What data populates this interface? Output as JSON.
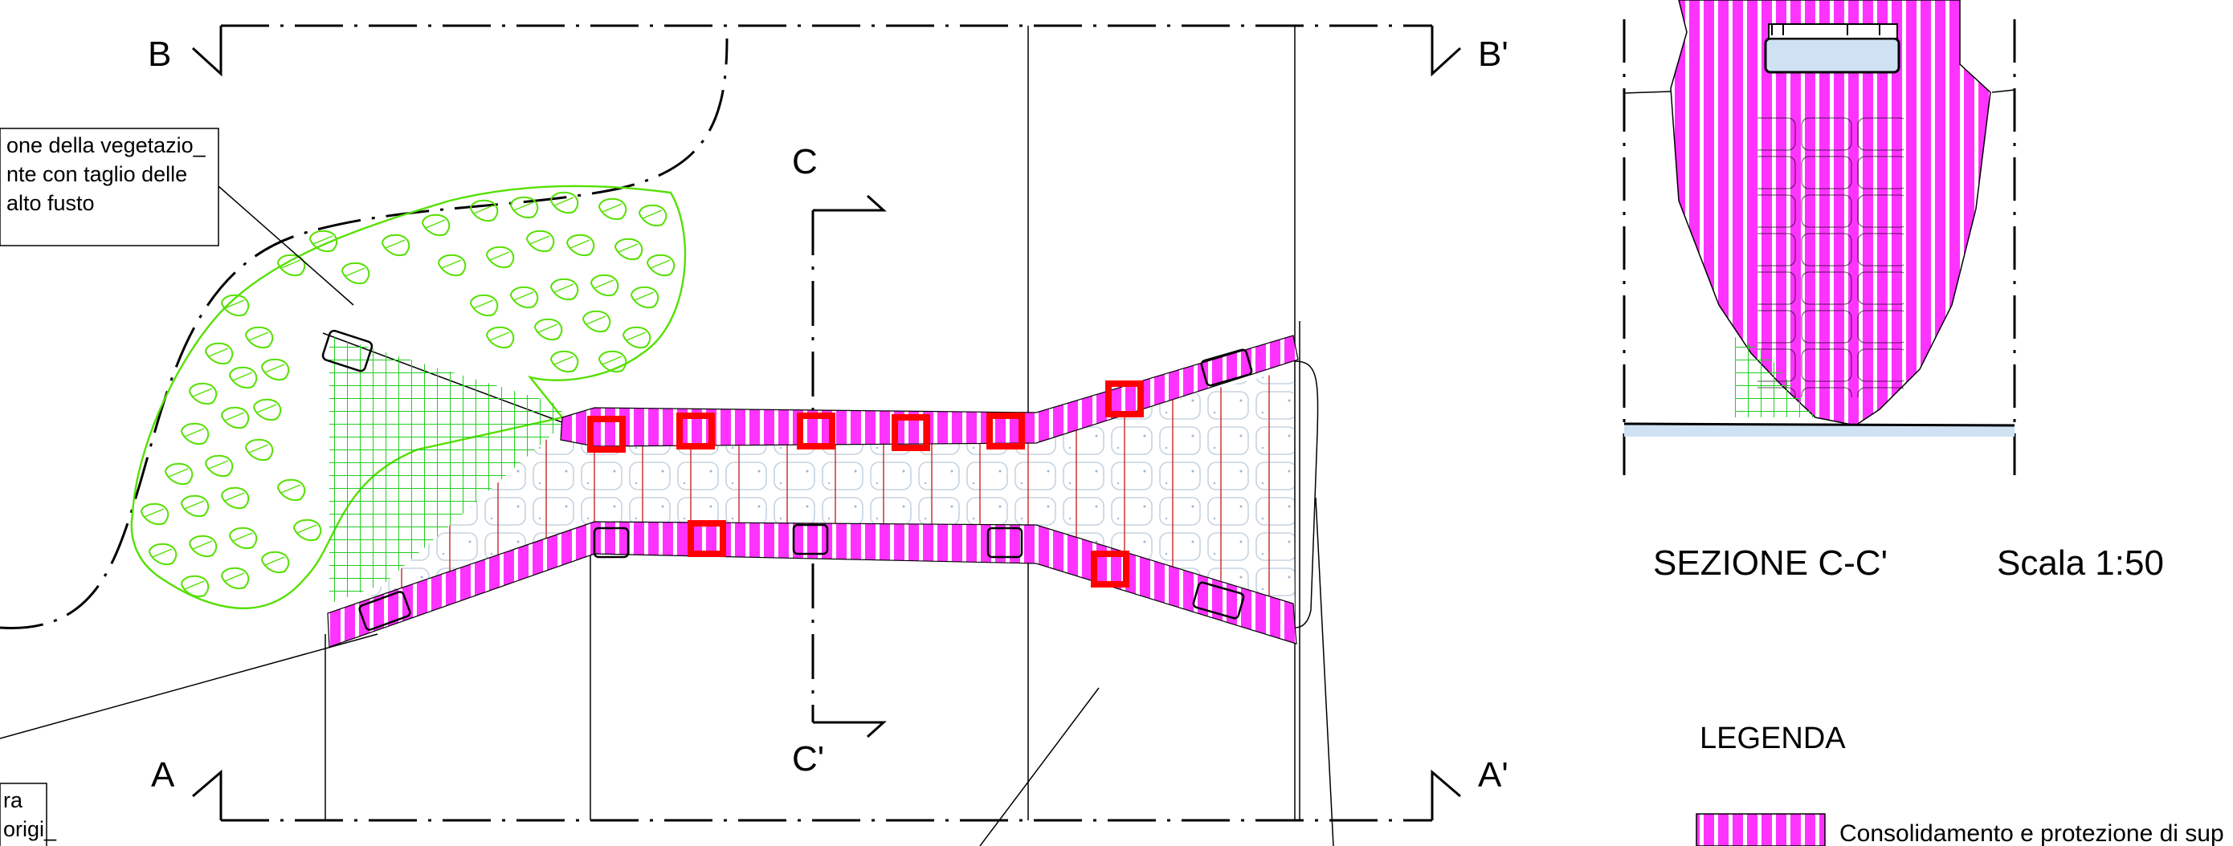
{
  "section_markers": {
    "b_left": "B",
    "b_right": "B'",
    "a_left": "A",
    "a_right": "A'",
    "c_top": "C",
    "c_bottom": "C'"
  },
  "callouts": {
    "vegetation": [
      "one della vegetazio_",
      "nte con taglio delle",
      "alto fusto"
    ],
    "bottom_left": [
      "ra",
      "origi_"
    ]
  },
  "section_view": {
    "title": "SEZIONE C-C'",
    "scale": "Scala 1:50"
  },
  "legend": {
    "title": "LEGENDA",
    "items": [
      {
        "label": "Consolidamento e protezione di sup",
        "swatch": "magenta-stripes"
      }
    ]
  },
  "colors": {
    "consolidation": "#ff33ff",
    "stripe": "#ffffff",
    "vegetation": "#55e000",
    "grid_mesh": "#22cc22",
    "marker": "#ff0000",
    "water": "#cfe2f3",
    "line": "#000000"
  }
}
